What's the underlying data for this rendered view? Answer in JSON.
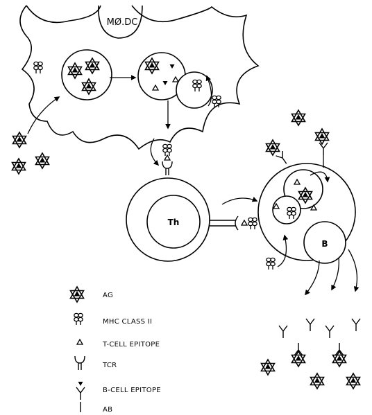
{
  "cells": {
    "macrophage_dc": "MØ.DC",
    "t_helper": "Th",
    "b_cell": "B"
  },
  "legend": [
    {
      "symbol": "antigen-star-icon",
      "label": "AG"
    },
    {
      "symbol": "mhc-class-ii-icon",
      "label": "MHC CLASS II"
    },
    {
      "symbol": "t-cell-epitope-icon",
      "label": "T-CELL EPITOPE"
    },
    {
      "symbol": "tcr-icon",
      "label": "TCR"
    },
    {
      "symbol": "b-cell-epitope-icon",
      "label": "B-CELL EPITOPE"
    },
    {
      "symbol": "antibody-icon",
      "label": "AB"
    }
  ]
}
